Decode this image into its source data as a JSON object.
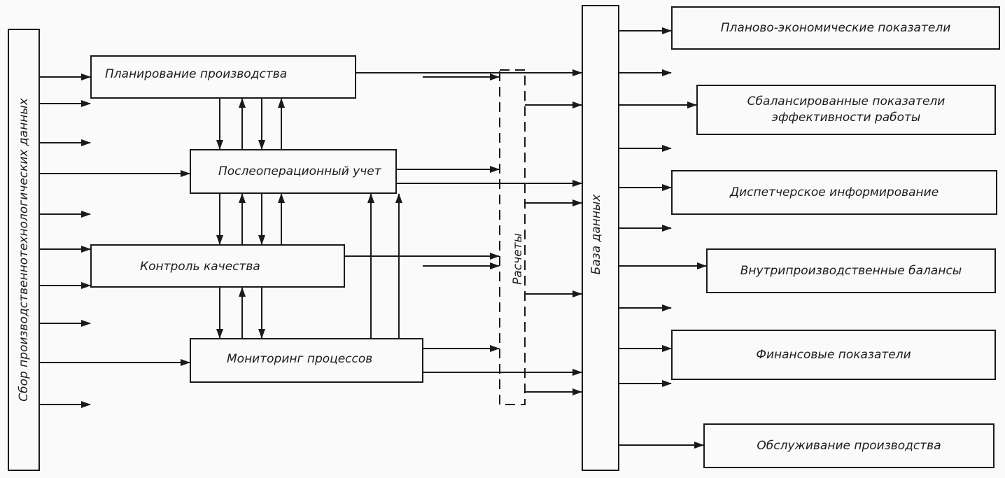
{
  "diagram": {
    "left_bar": {
      "label": "Сбор производственнотехнологических данных"
    },
    "processes": [
      {
        "label": "Планирование производства"
      },
      {
        "label": "Послеоперационный учет"
      },
      {
        "label": "Контроль качества"
      },
      {
        "label": "Мониторинг процессов"
      }
    ],
    "calc_bar": {
      "label": "Расчеты"
    },
    "db_bar": {
      "label": "База данных"
    },
    "outputs": [
      {
        "label": "Планово-экономические показатели"
      },
      {
        "label": "Сбалансированные показатели эффективности работы"
      },
      {
        "label": "Диспетчерское информирование"
      },
      {
        "label": "Внутрипроизводственные балансы"
      },
      {
        "label": "Финансовые показатели"
      },
      {
        "label": "Обслуживание производства"
      }
    ]
  }
}
